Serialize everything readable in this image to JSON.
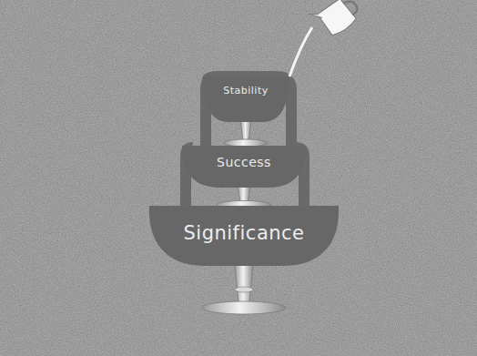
{
  "diagram": {
    "nodes": [
      {
        "text": [
          "Stability"
        ]
      },
      {
        "text": [
          "Success"
        ]
      },
      {
        "text": [
          "Significance"
        ]
      }
    ]
  }
}
